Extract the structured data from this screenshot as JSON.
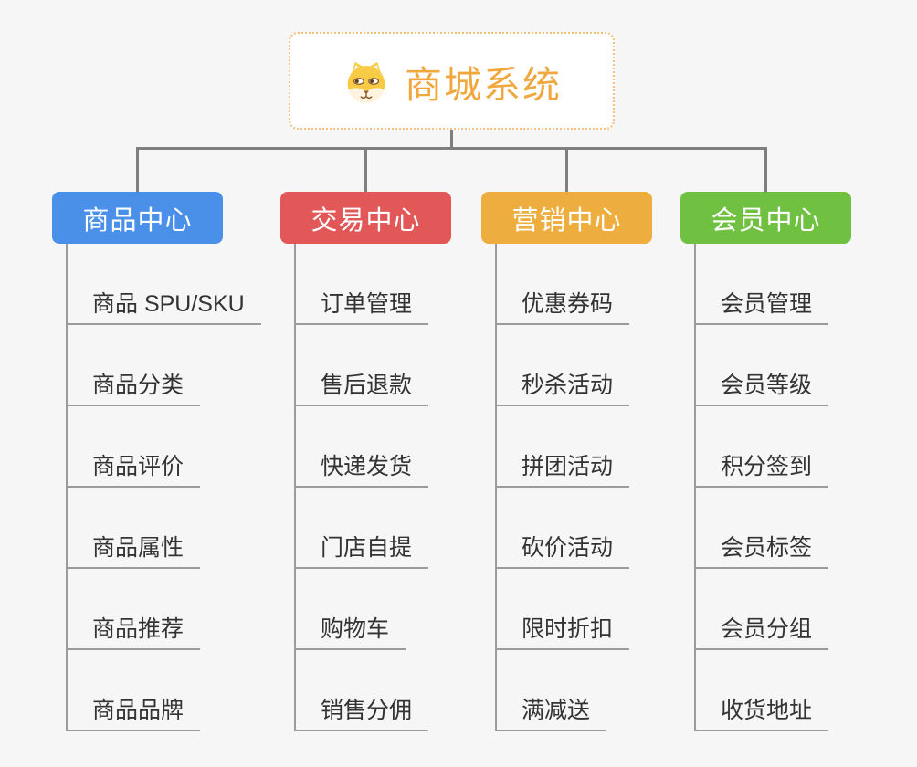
{
  "root": {
    "title": "商城系统",
    "icon": "dog-face-icon"
  },
  "branches": [
    {
      "label": "商品中心",
      "color": "#4a90e8",
      "items": [
        "商品 SPU/SKU",
        "商品分类",
        "商品评价",
        "商品属性",
        "商品推荐",
        "商品品牌"
      ]
    },
    {
      "label": "交易中心",
      "color": "#e25757",
      "items": [
        "订单管理",
        "售后退款",
        "快递发货",
        "门店自提",
        "购物车",
        "销售分佣"
      ]
    },
    {
      "label": "营销中心",
      "color": "#eeae3f",
      "items": [
        "优惠券码",
        "秒杀活动",
        "拼团活动",
        "砍价活动",
        "限时折扣",
        "满减送"
      ]
    },
    {
      "label": "会员中心",
      "color": "#70c042",
      "items": [
        "会员管理",
        "会员等级",
        "积分签到",
        "会员标签",
        "会员分组",
        "收货地址"
      ]
    }
  ],
  "colors": {
    "background": "#f6f6f6",
    "root_border": "#f2c27c",
    "root_text": "#f0a73e",
    "connector": "#7f7f7f",
    "underline": "#9b9b9b",
    "item_text": "#333333"
  }
}
